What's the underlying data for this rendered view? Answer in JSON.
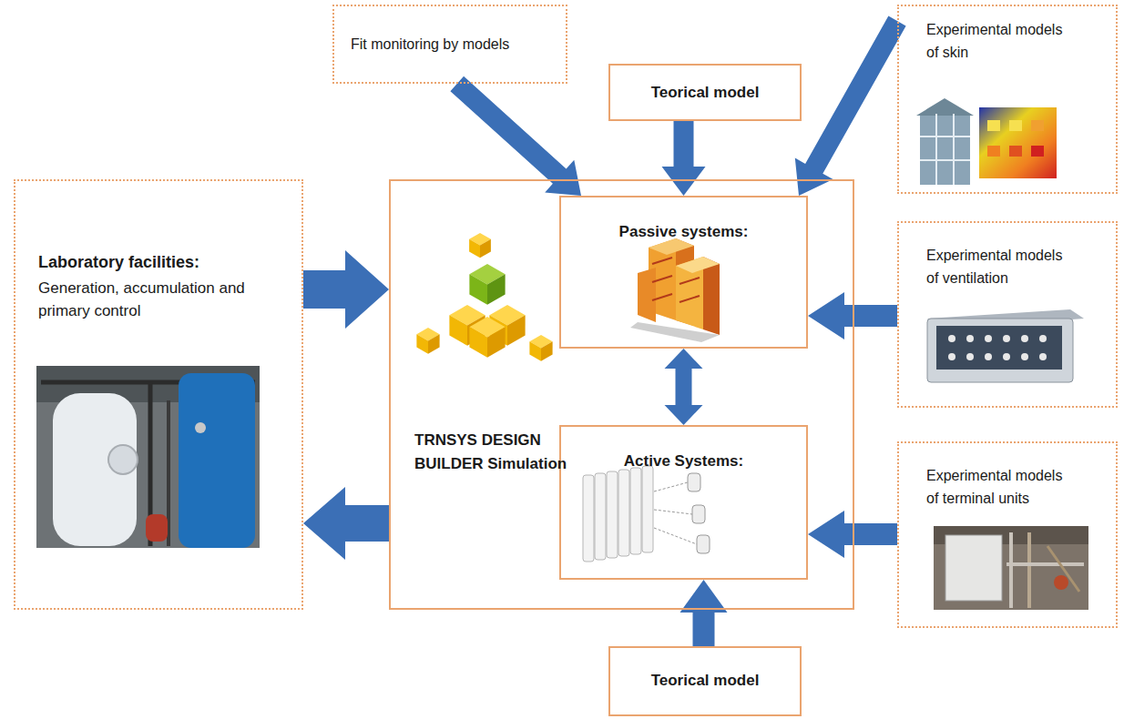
{
  "diagram": {
    "nodes": [
      {
        "text": [
          "Fit monitoring by models"
        ]
      },
      {
        "text": [
          "Teorical model"
        ]
      },
      {
        "text": [
          "Experimental models of skin"
        ]
      },
      {
        "text": [
          "Laboratory facilities:",
          "Generation, accumulation and primary control"
        ]
      },
      {
        "text": [
          "TRNSYS DESIGN BUILDER Simulation"
        ]
      },
      {
        "text": [
          "Passive systems:"
        ],
        "in": 4
      },
      {
        "text": [
          "Experimental models of ventilation"
        ]
      },
      {
        "text": [
          "Active Systems:"
        ],
        "in": 4
      },
      {
        "text": [
          "Experimental models of terminal units"
        ]
      },
      {
        "text": [
          "Teorical model"
        ]
      }
    ],
    "edges": [
      {
        "from": 0,
        "to": 5,
        "arrow": "to"
      },
      {
        "from": 1,
        "to": 5,
        "arrow": "to"
      },
      {
        "from": 2,
        "to": 5,
        "arrow": "to"
      },
      {
        "from": 3,
        "to": 4,
        "arrow": "to"
      },
      {
        "from": 4,
        "to": 3,
        "arrow": "to"
      },
      {
        "from": 6,
        "to": 5,
        "arrow": "to"
      },
      {
        "from": 5,
        "to": 7,
        "arrow": "both"
      },
      {
        "from": 8,
        "to": 7,
        "arrow": "to"
      },
      {
        "from": 9,
        "to": 7,
        "arrow": "to"
      }
    ]
  }
}
